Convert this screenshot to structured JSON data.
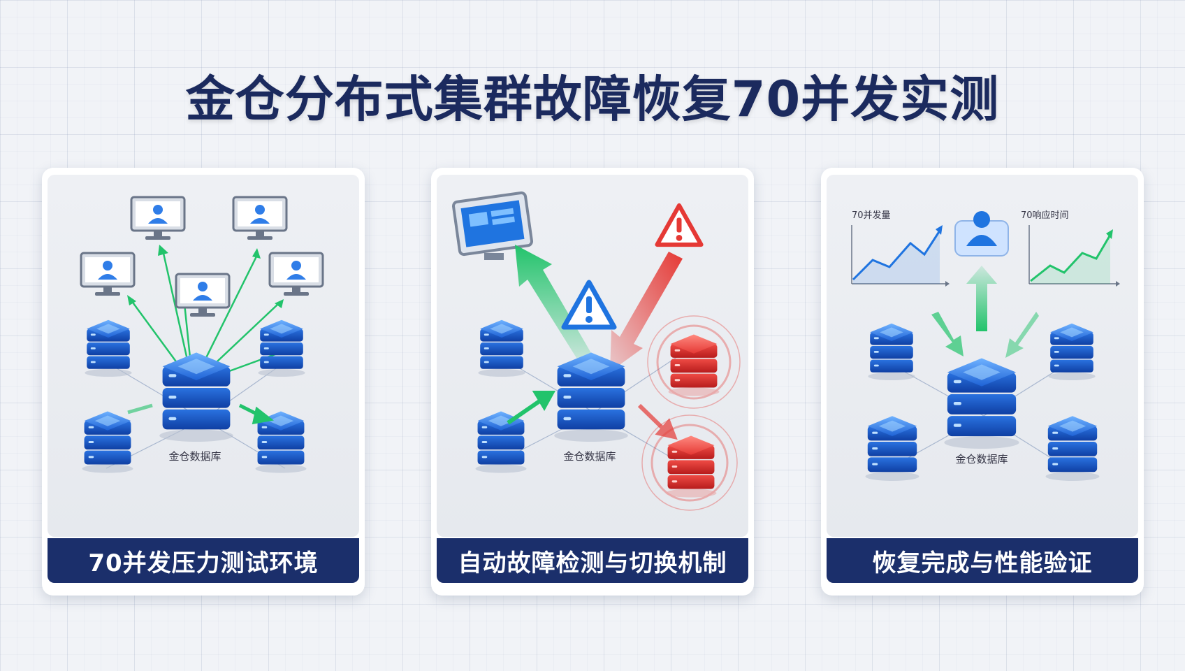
{
  "title": "金仓分布式集群故障恢复70并发实测",
  "panels": [
    {
      "caption": "70并发压力测试环境",
      "db_label": "金仓数据库"
    },
    {
      "caption": "自动故障检测与切换机制",
      "db_label": "金仓数据库"
    },
    {
      "caption": "恢复完成与性能验证",
      "db_label": "金仓数据库",
      "chart_left_label": "70并发量",
      "chart_right_label": "70响应时间"
    }
  ],
  "colors": {
    "navy": "#1b2f6b",
    "server_blue": "#1f63d6",
    "fault_red": "#e53935",
    "arrow_green": "#22c36b"
  },
  "icons": [
    "monitor-icon",
    "user-icon",
    "server-stack-icon",
    "warning-icon",
    "line-chart-icon"
  ]
}
